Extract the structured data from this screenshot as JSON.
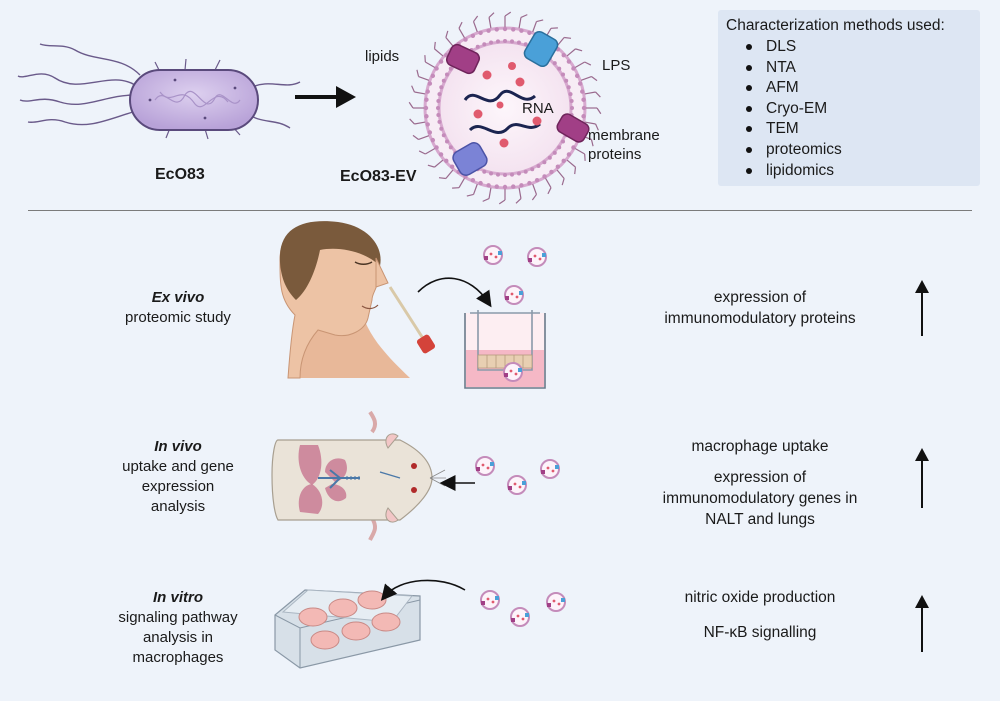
{
  "top": {
    "bacterium_label": "EcO83",
    "vesicle_label": "EcO83-EV",
    "lipids_label": "lipids",
    "lps_label": "LPS",
    "rna_label": "RNA",
    "membrane_proteins_label": "membrane\nproteins"
  },
  "methods": {
    "title": "Characterization methods used:",
    "items": [
      "DLS",
      "NTA",
      "AFM",
      "Cryo-EM",
      "TEM",
      "proteomics",
      "lipidomics"
    ]
  },
  "rows": [
    {
      "title": "Ex vivo",
      "subtitle": "proteomic study",
      "results": [
        "expression of\nimmunomodulatory proteins"
      ],
      "trend_icon": "up-arrow-icon"
    },
    {
      "title": "In vivo",
      "subtitle": "uptake and gene\nexpression\nanalysis",
      "results": [
        "macrophage uptake",
        "expression of\nimmunomodulatory genes in\nNALT and lungs"
      ],
      "trend_icon": "up-arrow-icon"
    },
    {
      "title": "In vitro",
      "subtitle": "signaling pathway\nanalysis in\nmacrophages",
      "results": [
        "nitric oxide production",
        "NF-κB signalling"
      ],
      "trend_icon": "up-arrow-icon"
    }
  ],
  "colors": {
    "background": "#eef3fa",
    "vesicle_membrane": "#cf9fc9",
    "protein_magenta": "#a13f86",
    "protein_blue": "#4aa0d8",
    "protein_violet": "#7b83d6",
    "rna_strand": "#1b2450",
    "rna_dots": "#e05a6e",
    "bacterium_body": "#c9b7e2",
    "skin": "#e8b899",
    "hair": "#7a5a3c",
    "lung": "#c97b94",
    "plate_well": "#f3b9b5"
  }
}
